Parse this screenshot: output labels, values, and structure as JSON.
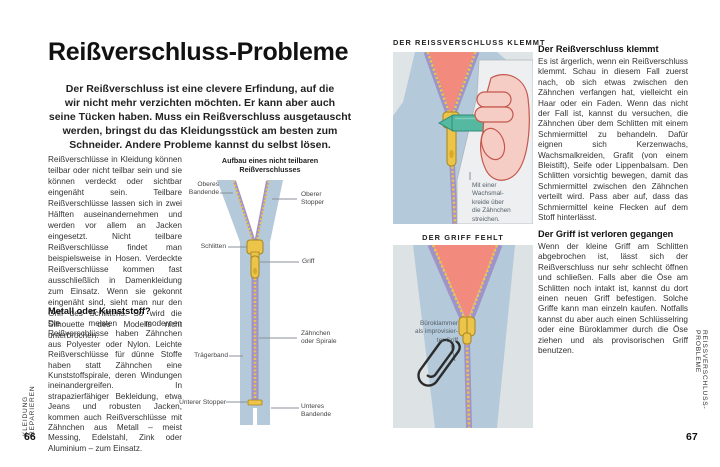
{
  "left_page": {
    "title": "Reißverschluss-Probleme",
    "intro": "Der Reißverschluss ist eine clevere Erfindung, auf die\nwir nicht mehr verzichten möchten. Er kann aber auch\nseine Tücken haben. Muss ein Reißverschluss ausgetauscht\nwerden, bringst du das Kleidungsstück am besten zum\nSchneider. Andere Probleme kannst du selbst lösen.",
    "paragraph1": "Reißverschlüsse in Kleidung können teilbar oder nicht teilbar sein und sie können verdeckt oder sichtbar eingenäht sein. Teilbare Reißverschlüsse lassen sich in zwei Hälften auseinandernehmen und werden vor allem an Jacken eingesetzt. Nicht teilbare Reißverschlüsse findet man beispielsweise in Hosen. Verdeckte Reißverschlüsse kommen fast ausschließlich in Damenkleidung zum Einsatz. Wenn sie gekonnt eingenäht sind, sieht man nur den Griff des Schlittens. So wird die Silhouette des Modells nicht unterbrochen.",
    "section_heading": "Metall oder Kunststoff?",
    "section_paragraph": "Die meisten modernen Reißverschlüsse haben Zähnchen aus Polyester oder Nylon. Leichte Reißverschlüsse für dünne Stoffe haben statt Zähnchen eine Kunststoffspirale, deren Windungen ineinandergreifen. In strapazierfähiger Bekleidung, etwa Jeans und robusten Jacken, kommen auch Reißverschlüsse mit Zähnchen aus Metall – meist Messing, Edelstahl, Zink oder Aluminium – zum Einsatz.",
    "sidebar_label": "KLEIDUNG REPARIEREN",
    "page_number": "66"
  },
  "diagram": {
    "title": "Aufbau eines nicht teilbaren\nReißverschlusses",
    "labels": {
      "top_left": "Oberes\nBandende",
      "top_right": "Oberer\nStopper",
      "slider": "Schlitten",
      "pull": "Griff",
      "teeth": "Zähnchen\noder Spirale",
      "tape": "Trägerband",
      "bottom_stop": "Unterer Stopper",
      "bottom_end": "Unteres\nBandende"
    }
  },
  "right_page": {
    "figure1": {
      "header": "DER REISSVERSCHLUSS KLEMMT",
      "caption": "Mit einer\nWachsmal-\nkreide über\ndie Zähnchen\nstreichen."
    },
    "figure2": {
      "header": "DER GRIFF FEHLT",
      "caption": "Büroklammer\nals improvisier-\nter Griff"
    },
    "section1_heading": "Der Reißverschluss klemmt",
    "section1_paragraph": "Es ist ärgerlich, wenn ein Reißverschluss klemmt. Schau in diesem Fall zuerst nach, ob sich etwas zwischen den Zähnchen verfangen hat, vielleicht ein Haar oder ein Faden. Wenn das nicht der Fall ist, kannst du versuchen, die Zähnchen über dem Schlitten mit einem Schmiermittel zu behandeln. Dafür eignen sich Kerzenwachs, Wachsmalkreiden, Grafit (von einem Bleistift), Seife oder Lippenbalsam. Den Schlitten vorsichtig bewegen, damit das Schmiermittel zwischen den Zähnchen verteilt wird. Pass aber auf, dass das Schmiermittel keine Flecken auf dem Stoff hinterlässt.",
    "section2_heading": "Der Griff ist verloren gegangen",
    "section2_paragraph": "Wenn der kleine Griff am Schlitten abgebrochen ist, lässt sich der Reißverschluss nur sehr schlecht öffnen und schließen. Falls aber die Öse am Schlitten noch intakt ist, kannst du dort einen neuen Griff befestigen. Solche Griffe kann man einzeln kaufen. Notfalls kannst du aber auch einen Schlüsselring oder eine Büroklammer durch die Öse ziehen und als provisorischen Griff benutzen.",
    "sidebar_label": "REISSVERSCHLUSS-PROBLEME",
    "page_number": "67"
  },
  "colors": {
    "fabric_blue": "#b4c9d9",
    "tape_purple": "#a093c7",
    "teeth_yellow": "#eec24d",
    "slider_yellow": "#ecc449",
    "gap_salmon": "#f28b7d",
    "crayon_teal": "#55b8a0",
    "hand_pink": "#f6cdc5",
    "hand_outline": "#c4574d",
    "figure_bg": "#dfe4e7",
    "paperclip_dark": "#2b2b2b"
  }
}
